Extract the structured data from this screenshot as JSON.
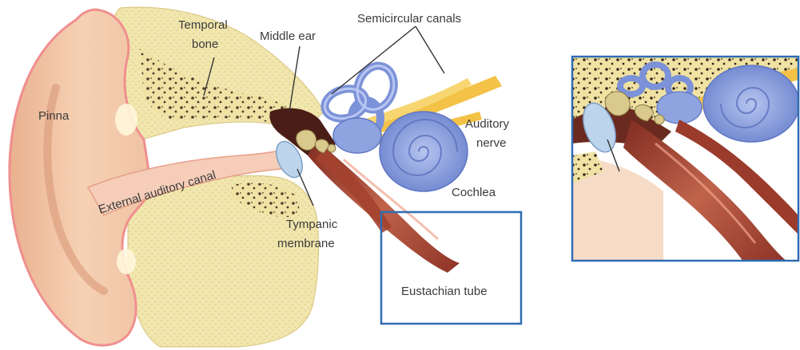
{
  "labels": {
    "temporal_bone_line1": "Temporal",
    "temporal_bone_line2": "bone",
    "middle_ear": "Middle ear",
    "semicircular_canals": "Semicircular canals",
    "pinna": "Pinna",
    "auditory_nerve_line1": "Auditory",
    "auditory_nerve_line2": "nerve",
    "external_auditory_canal": "External auditory canal",
    "cochlea": "Cochlea",
    "tympanic_membrane_line1": "Tympanic",
    "tympanic_membrane_line2": "membrane",
    "eustachian_tube": "Eustachian tube"
  },
  "colors": {
    "skin": "#f3c9a8",
    "skin_shadow": "#e2a783",
    "rim": "#f08f8f",
    "bone": "#efe2a3",
    "bone_dots": "#3a2a1c",
    "canal": "#f2c4b2",
    "tube": "#9b3b2c",
    "tube_light": "#c8674f",
    "inner_ear": "#8ea3e0",
    "inner_ear_dark": "#5f77c4",
    "nerve": "#f3c247",
    "highlight_box": "#2f6db3"
  }
}
